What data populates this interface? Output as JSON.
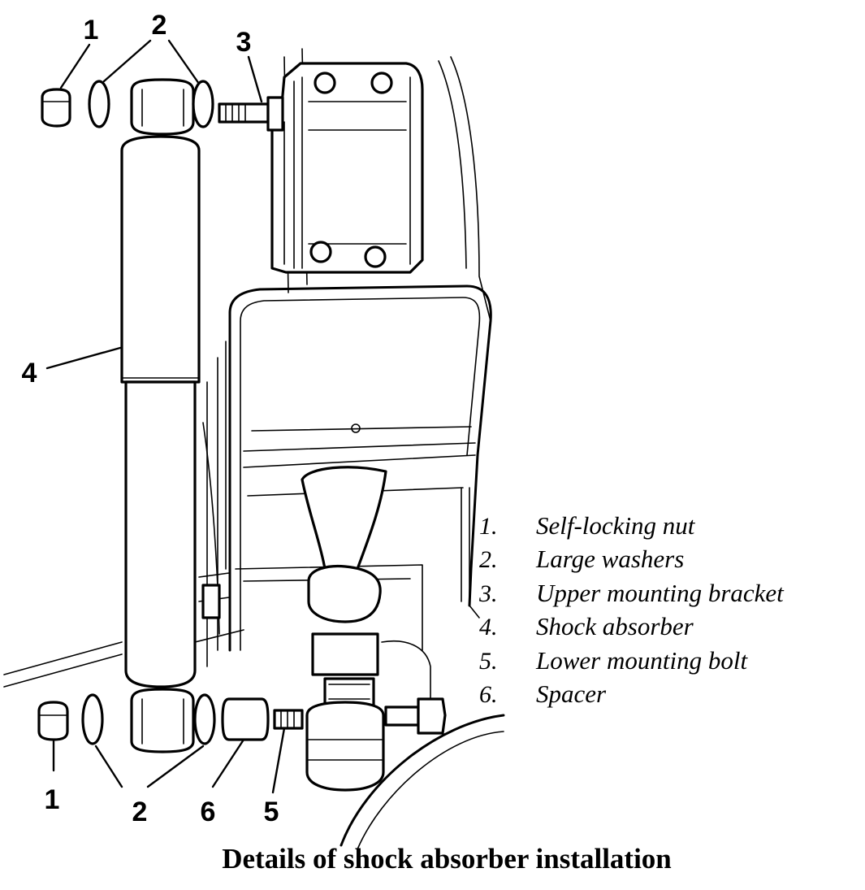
{
  "callouts": {
    "c1_top": "1",
    "c2_top": "2",
    "c3": "3",
    "c4": "4",
    "c1_bottom": "1",
    "c2_bottom": "2",
    "c6": "6",
    "c5": "5"
  },
  "legend": [
    {
      "number": "1.",
      "label": "Self-locking nut"
    },
    {
      "number": "2.",
      "label": "Large washers"
    },
    {
      "number": "3.",
      "label": "Upper mounting bracket"
    },
    {
      "number": "4.",
      "label": "Shock absorber"
    },
    {
      "number": "5.",
      "label": "Lower mounting bolt"
    },
    {
      "number": "6.",
      "label": "Spacer"
    }
  ],
  "caption": "Details of shock absorber installation"
}
